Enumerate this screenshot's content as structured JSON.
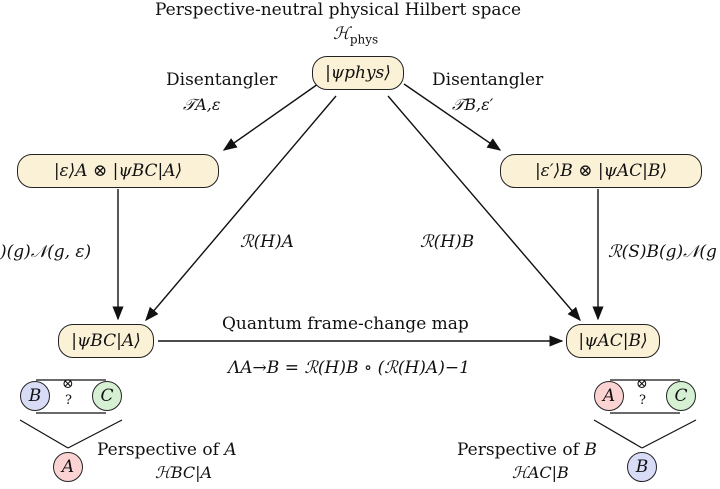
{
  "title": "Perspective-neutral physical Hilbert space",
  "top_space": "ℋ",
  "top_space_sub": "phys",
  "nodes": {
    "phys": "|ψphys⟩",
    "left_top": "|ε⟩A ⊗ |ψBC|A⟩",
    "right_top": "|ε′⟩B ⊗ |ψAC|B⟩",
    "left_bottom": "|ψBC|A⟩",
    "right_bottom": "|ψAC|B⟩"
  },
  "disentangler_left": {
    "label": "Disentangler",
    "map": "𝒯A,ε"
  },
  "disentangler_right": {
    "label": "Disentangler",
    "map": "𝒯B,ε′"
  },
  "edge_left_vertical": ")(g)𝒩(g, ε)",
  "edge_right_vertical": "ℛ(S)B(g)𝒩(g",
  "edge_left_diag": "ℛ(H)A",
  "edge_right_diag": "ℛ(H)B",
  "frame_change": {
    "label": "Quantum frame-change map",
    "formula": "ΛA→B = ℛ(H)B ∘ (ℛ(H)A)−1"
  },
  "perspective_left": {
    "label": "Perspective of",
    "system": "A",
    "space": "ℋBC|A"
  },
  "perspective_right": {
    "label": "Perspective of",
    "system": "B",
    "space": "ℋAC|B"
  },
  "tensor_symbol": "⊗",
  "question_symbol": "?",
  "systems": {
    "A": "A",
    "B": "B",
    "C": "C"
  },
  "colors": {
    "node_fill": "#fbf1d6",
    "node_border": "#222222",
    "circle_A": "#fbd3d3",
    "circle_B": "#d8dcf6",
    "circle_C": "#d6f0d4"
  }
}
